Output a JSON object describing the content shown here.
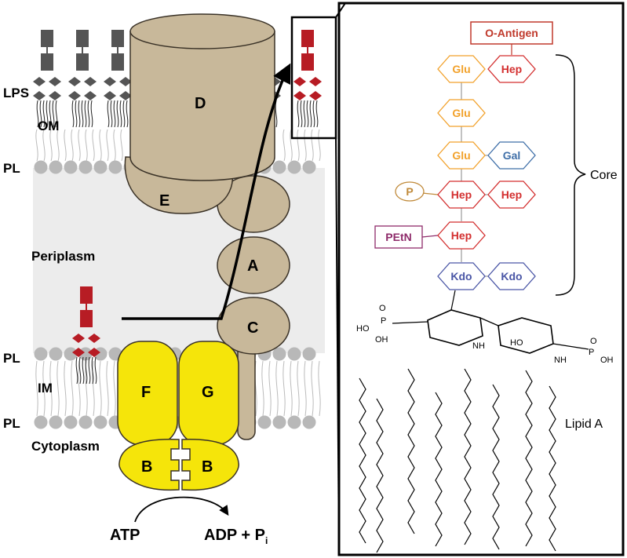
{
  "colors": {
    "protein": "#c8b89a",
    "protein_stroke": "#3a3227",
    "ab_yellow": "#f5e50a",
    "lps_gray": "#555555",
    "lps_red": "#b71c24",
    "lipid_head": "#b8b8b8",
    "periplasm_bg": "#ececec",
    "glu": "#f2a12a",
    "hep": "#d32f2f",
    "gal": "#3f6fa8",
    "kdo": "#4a56a6",
    "petn": "#8e2b6a",
    "p_group": "#c08a3a"
  },
  "membrane_labels": {
    "lps": "LPS",
    "om": "OM",
    "pl_top": "PL",
    "periplasm": "Periplasm",
    "pl_mid": "PL",
    "im": "IM",
    "pl_bottom": "PL",
    "cytoplasm": "Cytoplasm"
  },
  "proteins": {
    "d": "D",
    "e": "E",
    "a": "A",
    "c": "C",
    "f": "F",
    "g": "G",
    "b_left": "B",
    "b_right": "B"
  },
  "energy": {
    "atp": "ATP",
    "adp": "ADP + P",
    "adp_sub": "i"
  },
  "lps_structure": {
    "o_antigen": "O-Antigen",
    "core_label": "Core",
    "lipid_a_label": "Lipid A",
    "sugars": {
      "hep_top": "Hep",
      "glu1": "Glu",
      "glu2": "Glu",
      "glu3": "Glu",
      "gal": "Gal",
      "p": "P",
      "hep_mid_left": "Hep",
      "hep_mid_right": "Hep",
      "petn": "PEtN",
      "hep_low": "Hep",
      "kdo_left": "Kdo",
      "kdo_right": "Kdo"
    },
    "chem_labels": {
      "ho1": "HO",
      "p1": "P",
      "o1": "O",
      "oh1": "OH",
      "nh1": "NH",
      "ho2": "HO",
      "nh2": "NH",
      "p2": "P",
      "o2": "O",
      "oh2": "OH"
    }
  }
}
